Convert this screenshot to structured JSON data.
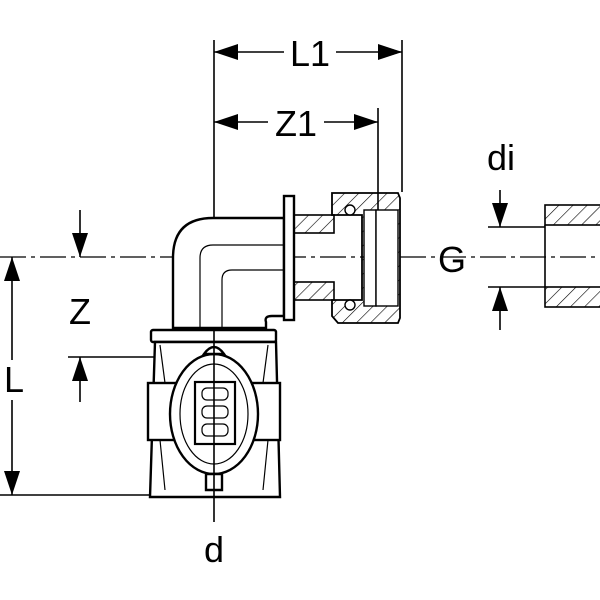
{
  "dimensions": {
    "L1": "L1",
    "Z1": "Z1",
    "G": "G",
    "di": "di",
    "Z": "Z",
    "L": "L",
    "d": "d"
  }
}
